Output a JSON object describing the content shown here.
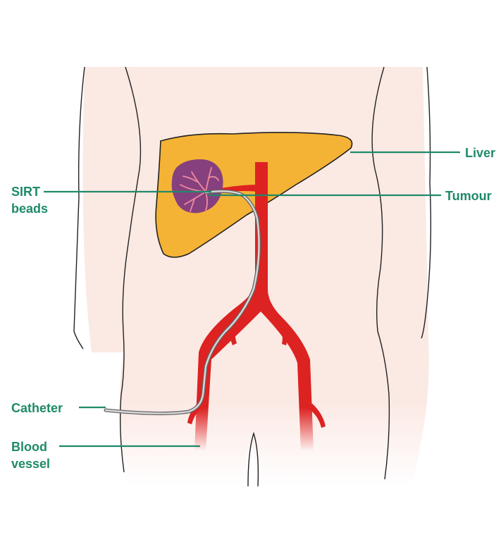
{
  "labels": {
    "liver": "Liver",
    "tumour": "Tumour",
    "sirt_line1": "SIRT",
    "sirt_line2": "beads",
    "catheter": "Catheter",
    "blood_line1": "Blood",
    "blood_line2": "vessel"
  },
  "colors": {
    "label_green": "#1f8a6a",
    "liver_fill": "#f5b335",
    "body_fill": "#fbe9e4",
    "vessel_red": "#dd2222",
    "tumour_purple": "#86407e",
    "catheter_grey": "#9a9a9a"
  }
}
